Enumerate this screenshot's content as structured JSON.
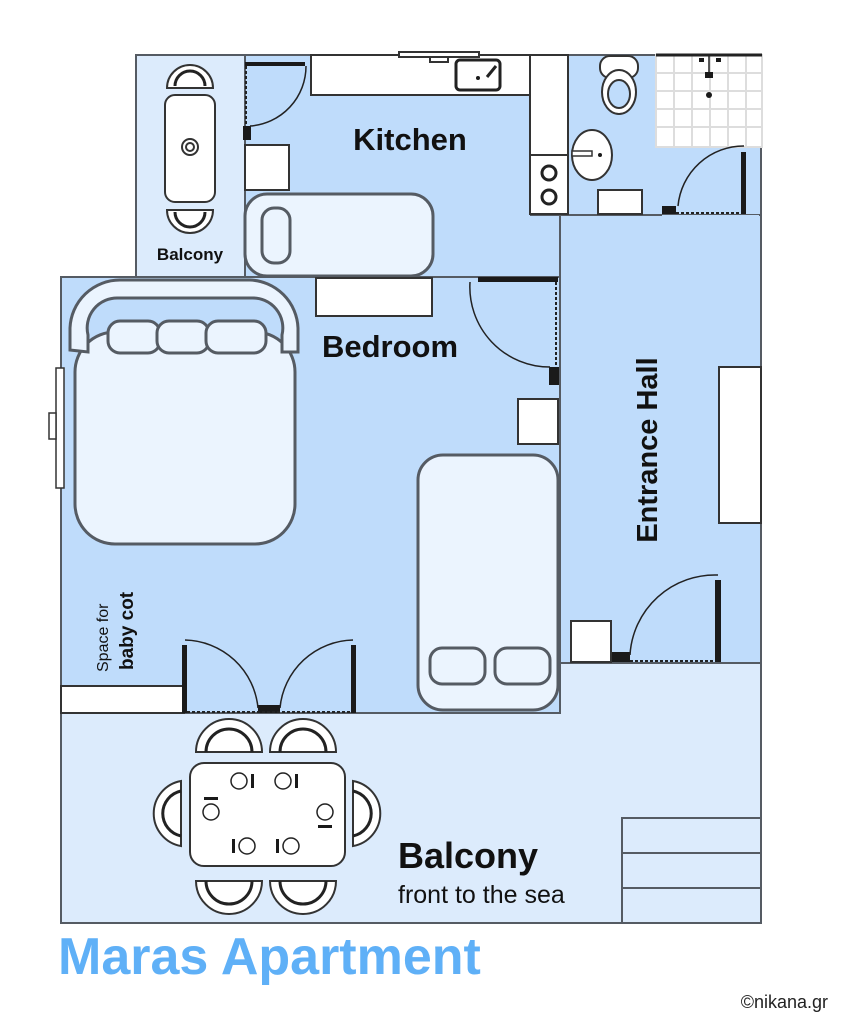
{
  "plan": {
    "rooms": {
      "kitchen": "Kitchen",
      "small_balcony": "Balcony",
      "bedroom": "Bedroom",
      "entrance_hall": "Entrance Hall",
      "cot_line1": "Space for",
      "cot_line2": "baby cot",
      "balcony": "Balcony",
      "balcony_sub": "front to the sea"
    },
    "title": "Maras Apartment",
    "copyright": "©nikana.gr",
    "colors": {
      "room": "#bfdcfb",
      "balcony": "#dcebfc",
      "title": "#5fb0f7"
    }
  }
}
